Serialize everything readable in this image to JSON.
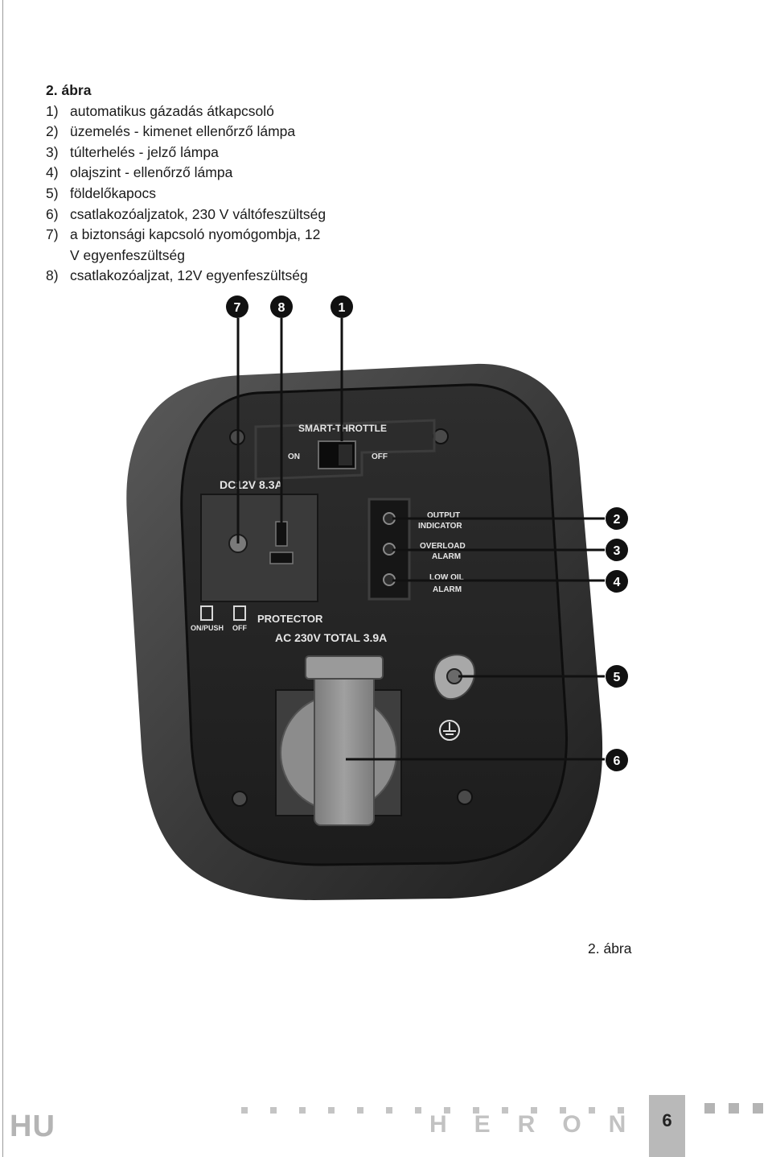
{
  "legend": {
    "title": "2. ábra",
    "items": [
      {
        "num": "1)",
        "text": "automatikus gázadás átkapcsoló"
      },
      {
        "num": "2)",
        "text": "üzemelés - kimenet ellenőrző lámpa"
      },
      {
        "num": "3)",
        "text": "túlterhelés - jelző lámpa"
      },
      {
        "num": "4)",
        "text": "olajszint - ellenőrző lámpa"
      },
      {
        "num": "5)",
        "text": "földelőkapocs"
      },
      {
        "num": "6)",
        "text": "csatlakozóaljzatok, 230 V váltófeszültség"
      },
      {
        "num": "7)",
        "text": "a biztonsági kapcsoló nyomógombja, 12"
      },
      {
        "num": "",
        "text": "V egyenfeszültség"
      },
      {
        "num": "8)",
        "text": "csatlakozóaljzat, 12V egyenfeszültség"
      }
    ]
  },
  "callouts": {
    "c7": "7",
    "c8": "8",
    "c1": "1",
    "c2": "2",
    "c3": "3",
    "c4": "4",
    "c5": "5",
    "c6": "6"
  },
  "panel": {
    "throttle": "SMART-THROTTLE",
    "on": "ON",
    "off": "OFF",
    "dc": "DC12V 8.3A",
    "output1": "OUTPUT",
    "output2": "INDICATOR",
    "overload1": "OVERLOAD",
    "overload2": "ALARM",
    "lowoil1": "LOW OIL",
    "lowoil2": "ALARM",
    "onpush": "ON/PUSH",
    "protector_off": "OFF",
    "protector": "PROTECTOR",
    "ac": "AC  230V  TOTAL  3.9A"
  },
  "caption": "2. ábra",
  "footer": {
    "lang": "HU",
    "brand": "HERON",
    "page": "6"
  },
  "colors": {
    "frame": "#3a3a3a",
    "panel": "#262626",
    "callout": "#111111",
    "socket": "#8e8e8e"
  }
}
